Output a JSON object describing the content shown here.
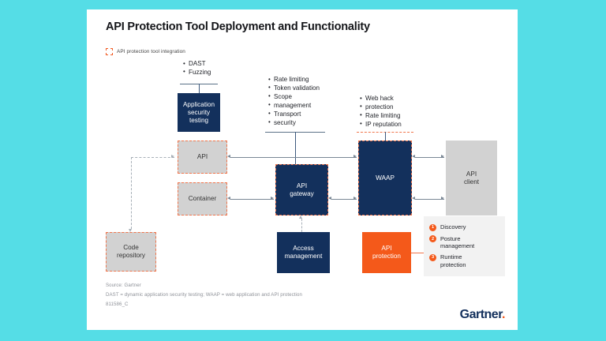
{
  "canvas": {
    "background": "#55dde6",
    "card_background": "#ffffff"
  },
  "header": {
    "title": "API Protection Tool Deployment and Functionality",
    "legend_integration_label": "API protection tool integration"
  },
  "colors": {
    "navy": "#13305c",
    "orange": "#f4591a",
    "dashed_orange": "#f0744a",
    "gray_box": "#d2d2d2",
    "connector": "#7a8795",
    "teal": "#55dde6"
  },
  "annotations": {
    "ast": {
      "items": [
        "DAST",
        "Fuzzing"
      ],
      "rule_color": "#5b7187"
    },
    "gateway": {
      "items": [
        "Rate limiting",
        "Token validation",
        "Scope",
        "management",
        "Transport",
        "security"
      ],
      "rule_color": "#5b7187"
    },
    "waap": {
      "items": [
        "Web hack",
        "protection",
        "Rate limiting",
        "IP reputation"
      ],
      "rule_color": "#f0744a"
    }
  },
  "nodes": {
    "app_security_testing": {
      "label_line1": "Application",
      "label_line2": "security",
      "label_line3": "testing",
      "style": "navy"
    },
    "api": {
      "label": "API",
      "style": "gray-dashed"
    },
    "container": {
      "label": "Container",
      "style": "gray-dashed"
    },
    "code_repository": {
      "label_line1": "Code",
      "label_line2": "repository",
      "style": "gray-dashed"
    },
    "api_gateway": {
      "label_line1": "API",
      "label_line2": "gateway",
      "style": "navy-dashed"
    },
    "waap": {
      "label": "WAAP",
      "style": "navy-dashed"
    },
    "access_management": {
      "label_line1": "Access",
      "label_line2": "management",
      "style": "navy"
    },
    "api_protection": {
      "label_line1": "API",
      "label_line2": "protection",
      "style": "orange"
    },
    "api_client": {
      "label_line1": "API",
      "label_line2": "client",
      "style": "gray"
    }
  },
  "legend_panel": {
    "items": [
      {
        "num": "1",
        "line1": "Discovery",
        "line2": ""
      },
      {
        "num": "2",
        "line1": "Posture",
        "line2": "management"
      },
      {
        "num": "3",
        "line1": "Runtime",
        "line2": "protection"
      }
    ]
  },
  "footer": {
    "source": "Source: Gartner",
    "definitions": "DAST = dynamic application security testing; WAAP = web application and API protection",
    "id": "811586_C",
    "brand": "Gartner"
  }
}
